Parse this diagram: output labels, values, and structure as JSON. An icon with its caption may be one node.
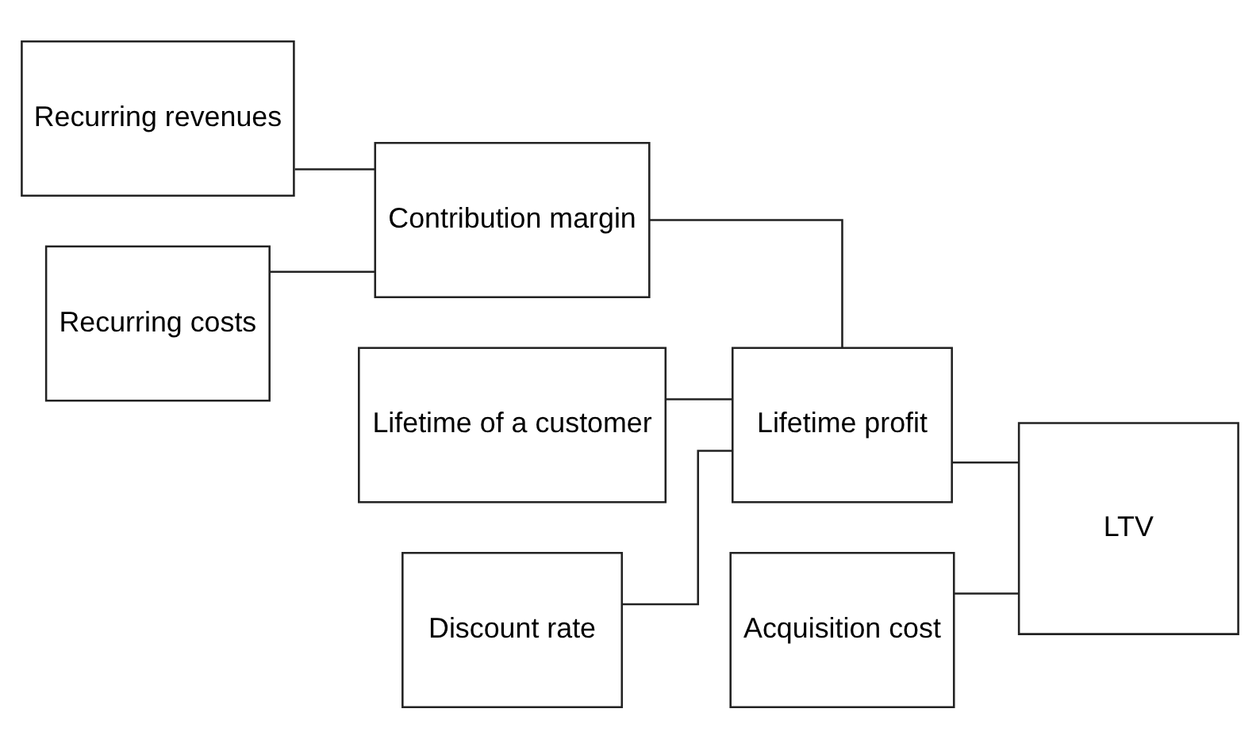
{
  "diagram": {
    "nodes": [
      {
        "text": [
          "Recurring revenues"
        ]
      },
      {
        "text": [
          "Recurring costs"
        ]
      },
      {
        "text": [
          "Contribution margin"
        ]
      },
      {
        "text": [
          "Lifetime of a customer"
        ]
      },
      {
        "text": [
          "Discount rate"
        ]
      },
      {
        "text": [
          "Lifetime profit"
        ]
      },
      {
        "text": [
          "Acquisition cost"
        ]
      },
      {
        "text": [
          "LTV"
        ]
      }
    ],
    "edges": [
      {
        "from": 0,
        "to": 2,
        "arrow": "none"
      },
      {
        "from": 1,
        "to": 2,
        "arrow": "none"
      },
      {
        "from": 2,
        "to": 5,
        "arrow": "none"
      },
      {
        "from": 3,
        "to": 5,
        "arrow": "none"
      },
      {
        "from": 4,
        "to": 5,
        "arrow": "none"
      },
      {
        "from": 5,
        "to": 7,
        "arrow": "none"
      },
      {
        "from": 6,
        "to": 7,
        "arrow": "none"
      }
    ]
  }
}
